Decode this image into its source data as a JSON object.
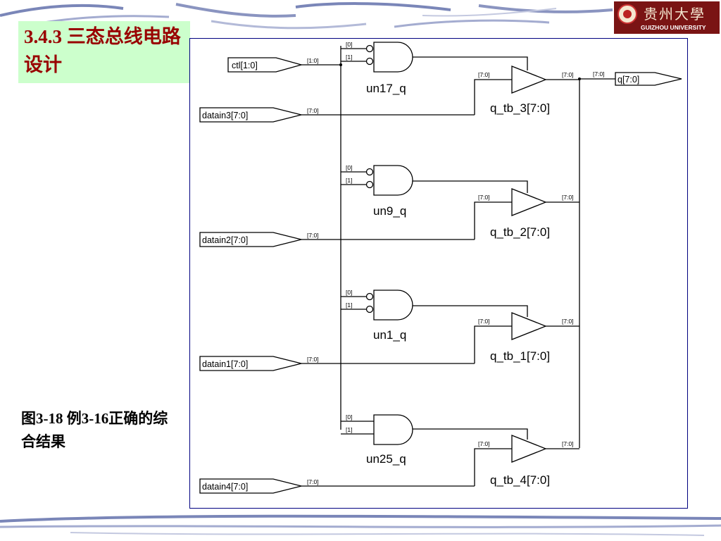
{
  "slide": {
    "title": "3.4.3  三态总线电路设计",
    "caption": "图3-18   例3-16正确的综合结果"
  },
  "logo": {
    "name_cn": "贵州大學",
    "name_en": "GUIZHOU UNIVERSITY"
  },
  "diagram": {
    "inputs": {
      "ctl": "ctl[1:0]",
      "datain3": "datain3[7:0]",
      "datain2": "datain2[7:0]",
      "datain1": "datain1[7:0]",
      "datain4": "datain4[7:0]"
    },
    "output": "q[7:0]",
    "gates": {
      "g1": "un17_q",
      "g2": "un9_q",
      "g3": "un1_q",
      "g4": "un25_q"
    },
    "buffers": {
      "b1": "q_tb_3[7:0]",
      "b2": "q_tb_2[7:0]",
      "b3": "q_tb_1[7:0]",
      "b4": "q_tb_4[7:0]"
    },
    "pin_labels": {
      "bit0": "[0]",
      "bit1": "[1]",
      "bits10": "[1:0]",
      "bus": "[7:0]"
    }
  },
  "colors": {
    "title_bg": "#ccffcc",
    "title_text": "#990000",
    "frame": "#000080",
    "logo_bg": "#7a1414"
  }
}
